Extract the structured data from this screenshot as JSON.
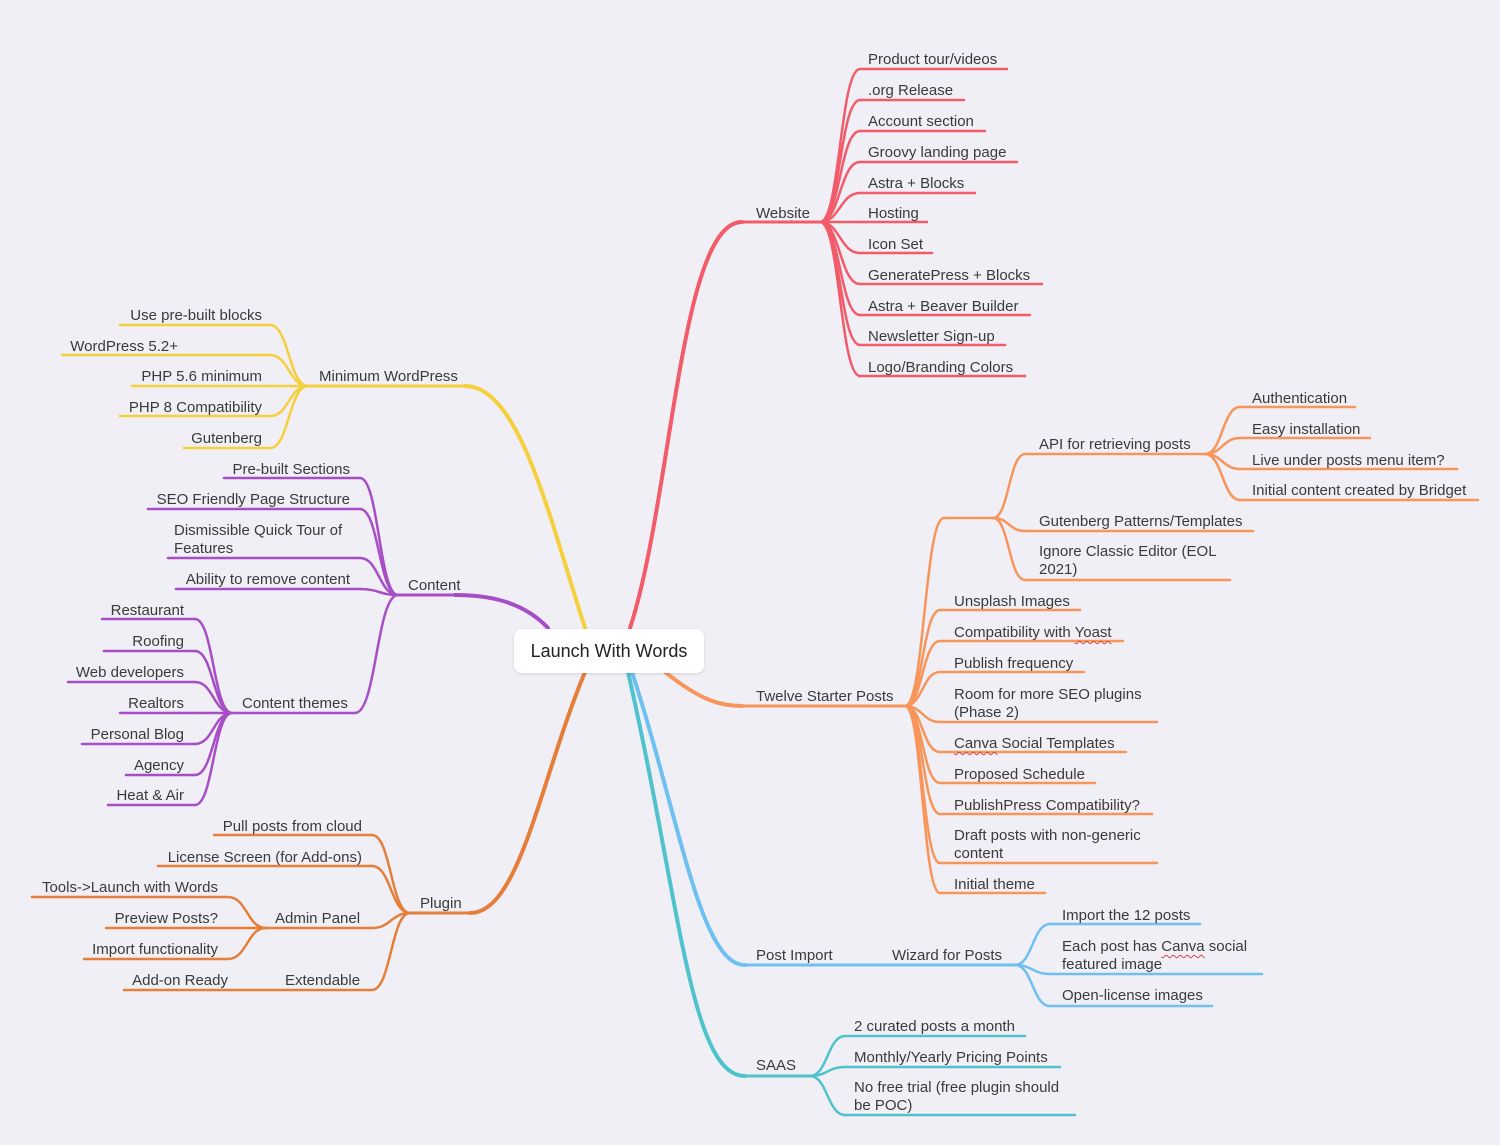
{
  "central": "Launch With Words",
  "colors": {
    "website": "#f25b6a",
    "posts": "#f7955a",
    "post_import": "#6ec0f0",
    "saas": "#4fc3cc",
    "plugin": "#e57e3a",
    "content": "#a74dc6",
    "wordpress": "#f6cf3c"
  },
  "website": {
    "label": "Website",
    "items": [
      "Product tour/videos",
      ".org Release",
      "Account section",
      "Groovy landing page",
      "Astra + Blocks",
      "Hosting",
      "Icon Set",
      "GeneratePress + Blocks",
      "Astra + Beaver Builder",
      "Newsletter Sign-up",
      "Logo/Branding Colors"
    ]
  },
  "posts": {
    "label": "Twelve Starter Posts",
    "api": {
      "label": "API for retrieving posts",
      "items": [
        "Authentication",
        "Easy installation",
        "Live under posts menu item?",
        "Initial content created by Bridget"
      ]
    },
    "gutenberg": "Gutenberg Patterns/Templates",
    "classic": "Ignore Classic Editor (EOL 2021)",
    "items": [
      "Unsplash Images",
      "Compatibility with ",
      "Yoast",
      "Publish frequency",
      "Room for more SEO plugins (Phase 2)",
      "Canva",
      " Social Templates",
      "Proposed Schedule",
      "PublishPress Compatibility?",
      "Draft posts with non-generic content",
      "Initial theme"
    ]
  },
  "post_import": {
    "label": "Post Import",
    "wizard": "Wizard for Posts",
    "items": [
      "Import the 12 posts",
      "Each post has ",
      "Canva",
      " social featured image",
      "Open-license images"
    ]
  },
  "saas": {
    "label": "SAAS",
    "items": [
      "2 curated posts a month",
      "Monthly/Yearly Pricing Points",
      "No free trial (free plugin should be POC)"
    ]
  },
  "wordpress": {
    "label": "Minimum WordPress",
    "items": [
      "Use pre-built blocks",
      "WordPress 5.2+",
      "PHP 5.6 minimum",
      "PHP 8 Compatibility",
      "Gutenberg"
    ]
  },
  "content": {
    "label": "Content",
    "items": [
      "Pre-built Sections",
      "SEO Friendly Page Structure",
      "Dismissible Quick Tour of Features",
      "Ability to remove content"
    ],
    "themes": {
      "label": "Content themes",
      "items": [
        "Restaurant",
        "Roofing",
        "Web developers",
        "Realtors",
        "Personal Blog",
        "Agency",
        "Heat & Air"
      ]
    }
  },
  "plugin": {
    "label": "Plugin",
    "items": [
      "Pull posts from cloud",
      "License Screen (for Add-ons)"
    ],
    "admin": {
      "label": "Admin Panel",
      "items": [
        "Tools->Launch with Words",
        "Preview Posts?",
        "Import functionality"
      ]
    },
    "extendable": {
      "label": "Extendable",
      "items": [
        "Add-on Ready"
      ]
    }
  }
}
